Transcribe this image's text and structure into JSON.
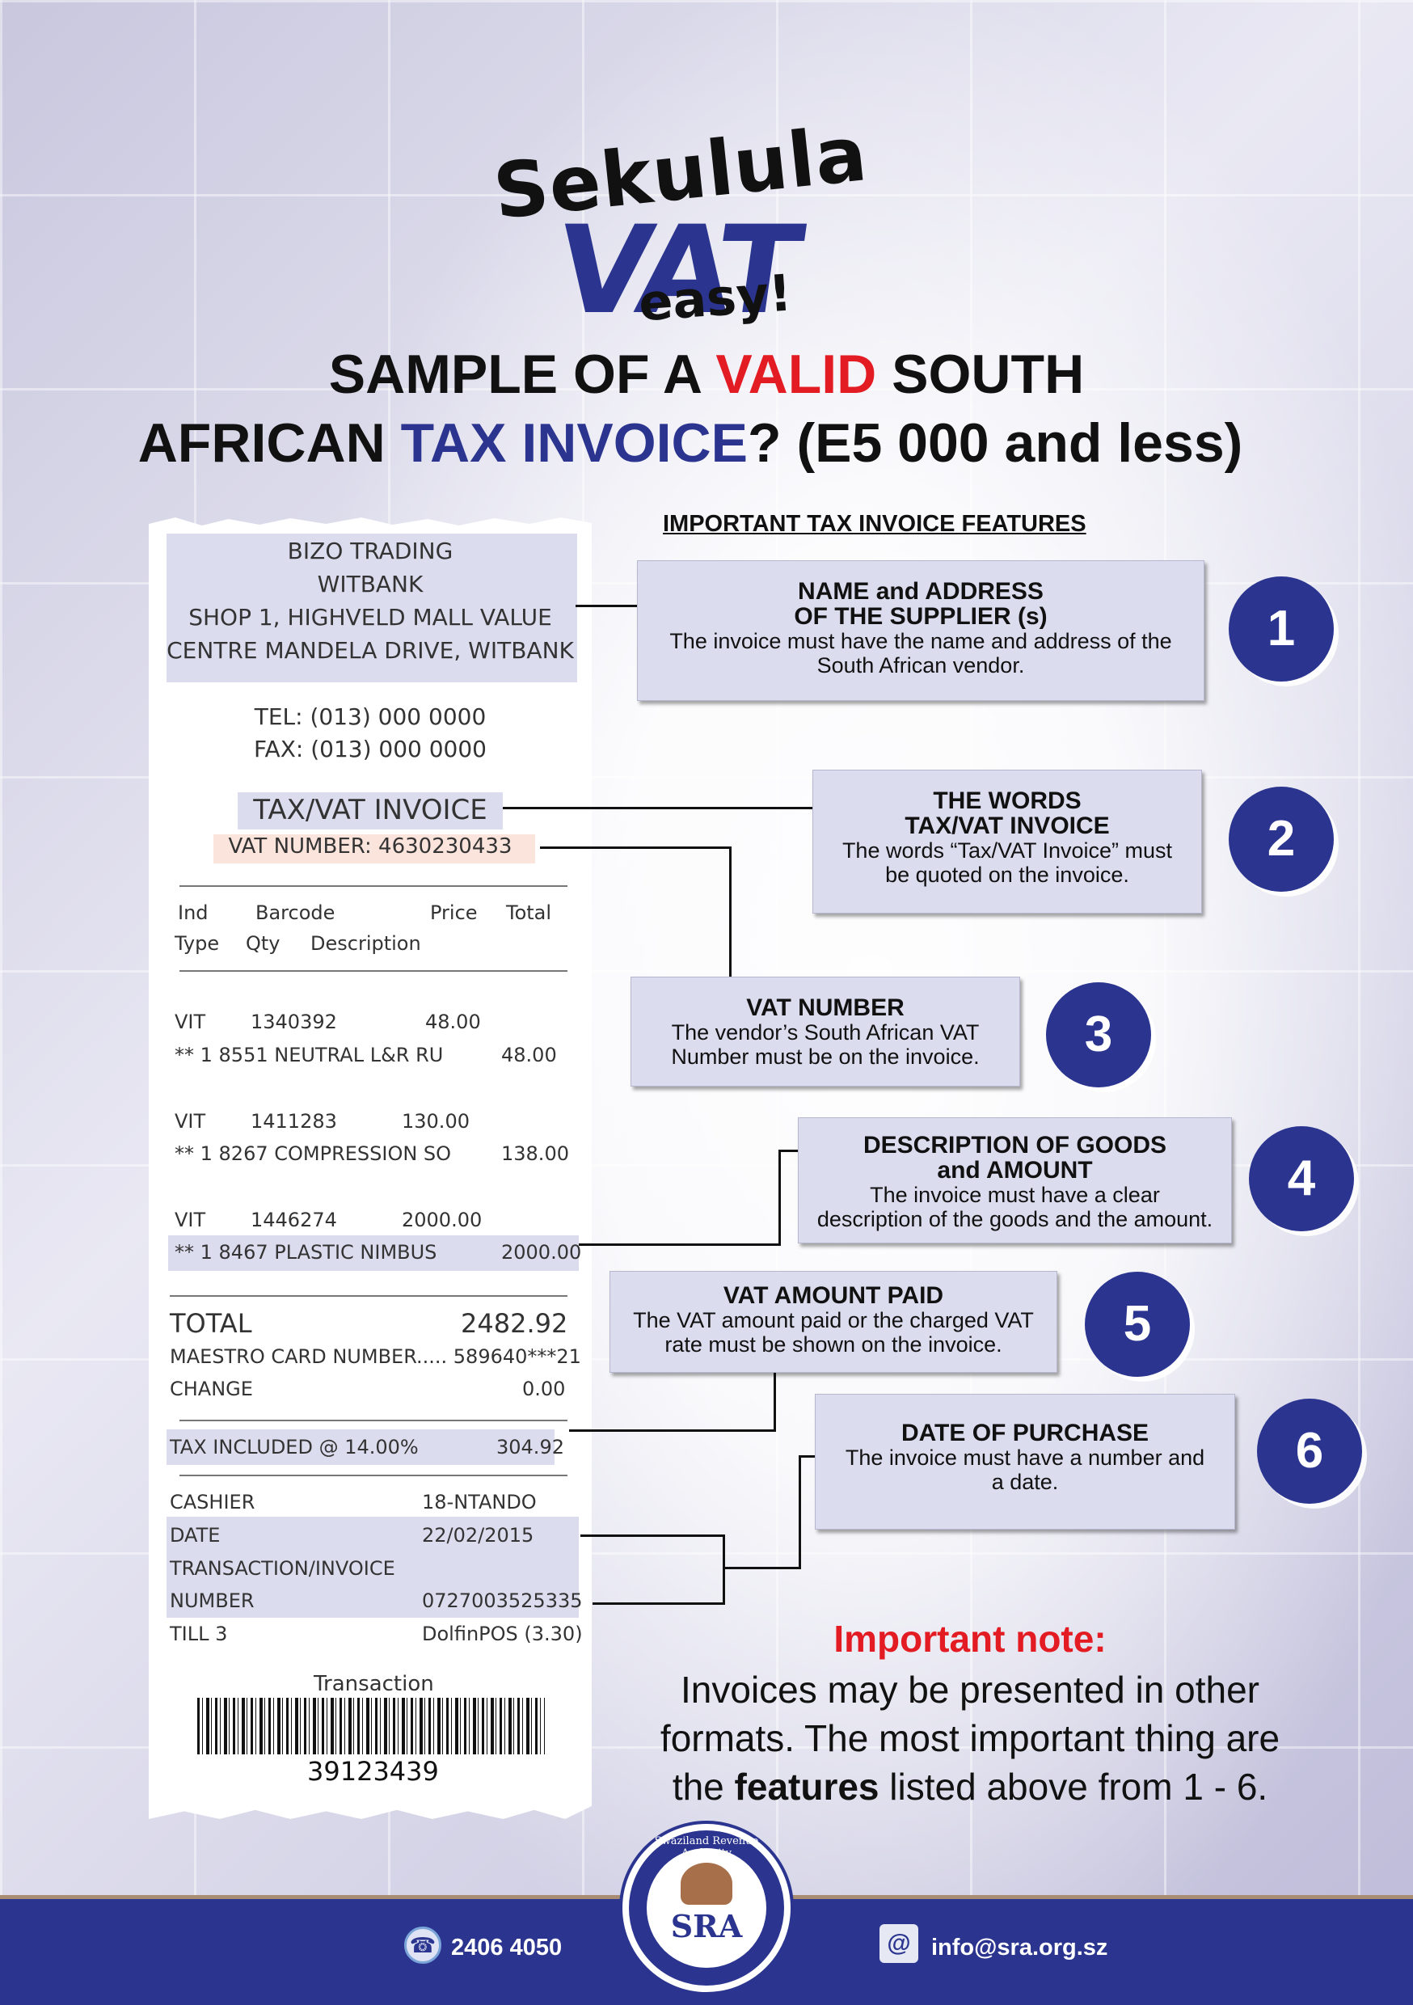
{
  "logo": {
    "line1": "Sekulula",
    "line2": "VAT",
    "line3": "easy!"
  },
  "headline": {
    "line1_a": "SAMPLE OF A ",
    "line1_b": "VALID",
    "line1_c": " SOUTH",
    "line2_a": "AFRICAN ",
    "line2_b": "TAX INVOICE",
    "line2_c": "? (E5 000 and less)"
  },
  "receipt": {
    "supplier": [
      "BIZO TRADING",
      "WITBANK",
      "SHOP 1, HIGHVELD MALL VALUE",
      "CENTRE MANDELA DRIVE, WITBANK"
    ],
    "tel": "TEL: (013) 000 0000",
    "fax": "FAX: (013) 000 0000",
    "doc_title": "TAX/VAT INVOICE",
    "vat_number": "VAT NUMBER:  4630230433",
    "headers": {
      "ind": "Ind",
      "barcode": "Barcode",
      "price": "Price",
      "total": "Total",
      "type": "Type",
      "qty": "Qty",
      "description": "Description"
    },
    "items": [
      {
        "type": "VIT",
        "barcode": "1340392",
        "price": "48.00",
        "desc": "** 1 8551 NEUTRAL L&R RU",
        "total": "48.00"
      },
      {
        "type": "VIT",
        "barcode": "1411283",
        "price": "130.00",
        "desc": "** 1 8267 COMPRESSION SO",
        "total": "138.00"
      },
      {
        "type": "VIT",
        "barcode": "1446274",
        "price": "2000.00",
        "desc": "** 1 8467 PLASTIC NIMBUS",
        "total": "2000.00"
      }
    ],
    "total_label": "TOTAL",
    "total_value": "2482.92",
    "card_label": "MAESTRO CARD NUMBER..... 589640***21",
    "change_label": "CHANGE",
    "change_value": "0.00",
    "tax_label": "TAX INCLUDED @ 14.00%",
    "tax_value": "304.92",
    "cashier_label": "CASHIER",
    "cashier_value": "18-NTANDO",
    "date_label": "DATE",
    "date_value": "22/02/2015",
    "txn_label_1": "TRANSACTION/INVOICE",
    "txn_label_2": "NUMBER",
    "txn_value": "0727003525335",
    "till_label": "TILL 3",
    "till_value": "DolfinPOS (3.30)",
    "barcode_caption": "Transaction",
    "barcode_number": "39123439"
  },
  "features_title": "IMPORTANT TAX INVOICE FEATURES",
  "features": [
    {
      "num": "1",
      "title_1": "NAME and ADDRESS",
      "title_2": "OF THE SUPPLIER (s)",
      "desc_1": "The invoice must have the name and address of the",
      "desc_2": "South African vendor."
    },
    {
      "num": "2",
      "title_1": "THE WORDS",
      "title_2": "TAX/VAT INVOICE",
      "desc_1": "The words “Tax/VAT Invoice” must",
      "desc_2": "be quoted on the invoice."
    },
    {
      "num": "3",
      "title_1": "VAT NUMBER",
      "title_2": "",
      "desc_1": "The vendor’s South African VAT",
      "desc_2": "Number must be on the invoice."
    },
    {
      "num": "4",
      "title_1": "DESCRIPTION OF GOODS",
      "title_2": "and AMOUNT",
      "desc_1": "The invoice must have a clear",
      "desc_2": "description of the goods and the amount."
    },
    {
      "num": "5",
      "title_1": "VAT AMOUNT PAID",
      "title_2": "",
      "desc_1": "The VAT amount paid or the charged VAT",
      "desc_2": "rate must be shown on the invoice."
    },
    {
      "num": "6",
      "title_1": "DATE OF PURCHASE",
      "title_2": "",
      "desc_1": "The invoice must have a number and",
      "desc_2": "a date."
    }
  ],
  "note": {
    "title": "Important note:",
    "line1": "Invoices may be presented in other",
    "line2": "formats. The most important thing are",
    "line3_a": "the ",
    "line3_b": "features",
    "line3_c": " listed above from 1 - 6."
  },
  "footer": {
    "phone": "2406 4050",
    "email": "info@sra.org.sz",
    "seal_ring": "Swaziland Revenue Authority",
    "seal_abbr": "SRA"
  },
  "colors": {
    "brand_blue": "#2b3590",
    "accent_red": "#e31b23",
    "highlight": "#dcdcef"
  }
}
